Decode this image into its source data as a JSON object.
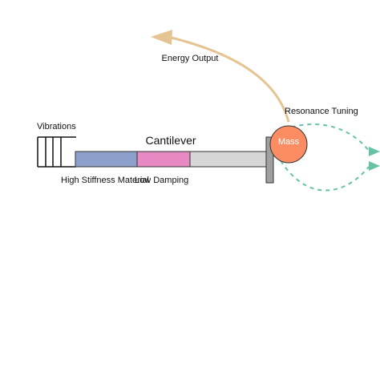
{
  "labels": {
    "vibrations": "Vibrations",
    "cantilever": "Cantilever",
    "high_stiffness": "High Stiffness Material",
    "low_damping": "Low Damping",
    "mass": "Mass",
    "resonance_tuning": "Resonance Tuning",
    "energy_output": "Energy Output"
  },
  "colors": {
    "high_stiffness_segment": "#8da0cb",
    "low_damping_segment": "#e78ac3",
    "beam_rest": "#d6d6d6",
    "mass": "#fc8d62",
    "clamp": "#a0a0a0",
    "energy_arrow": "#e5c494",
    "resonance_arrows": "#66c2a5",
    "outline": "#333333"
  }
}
